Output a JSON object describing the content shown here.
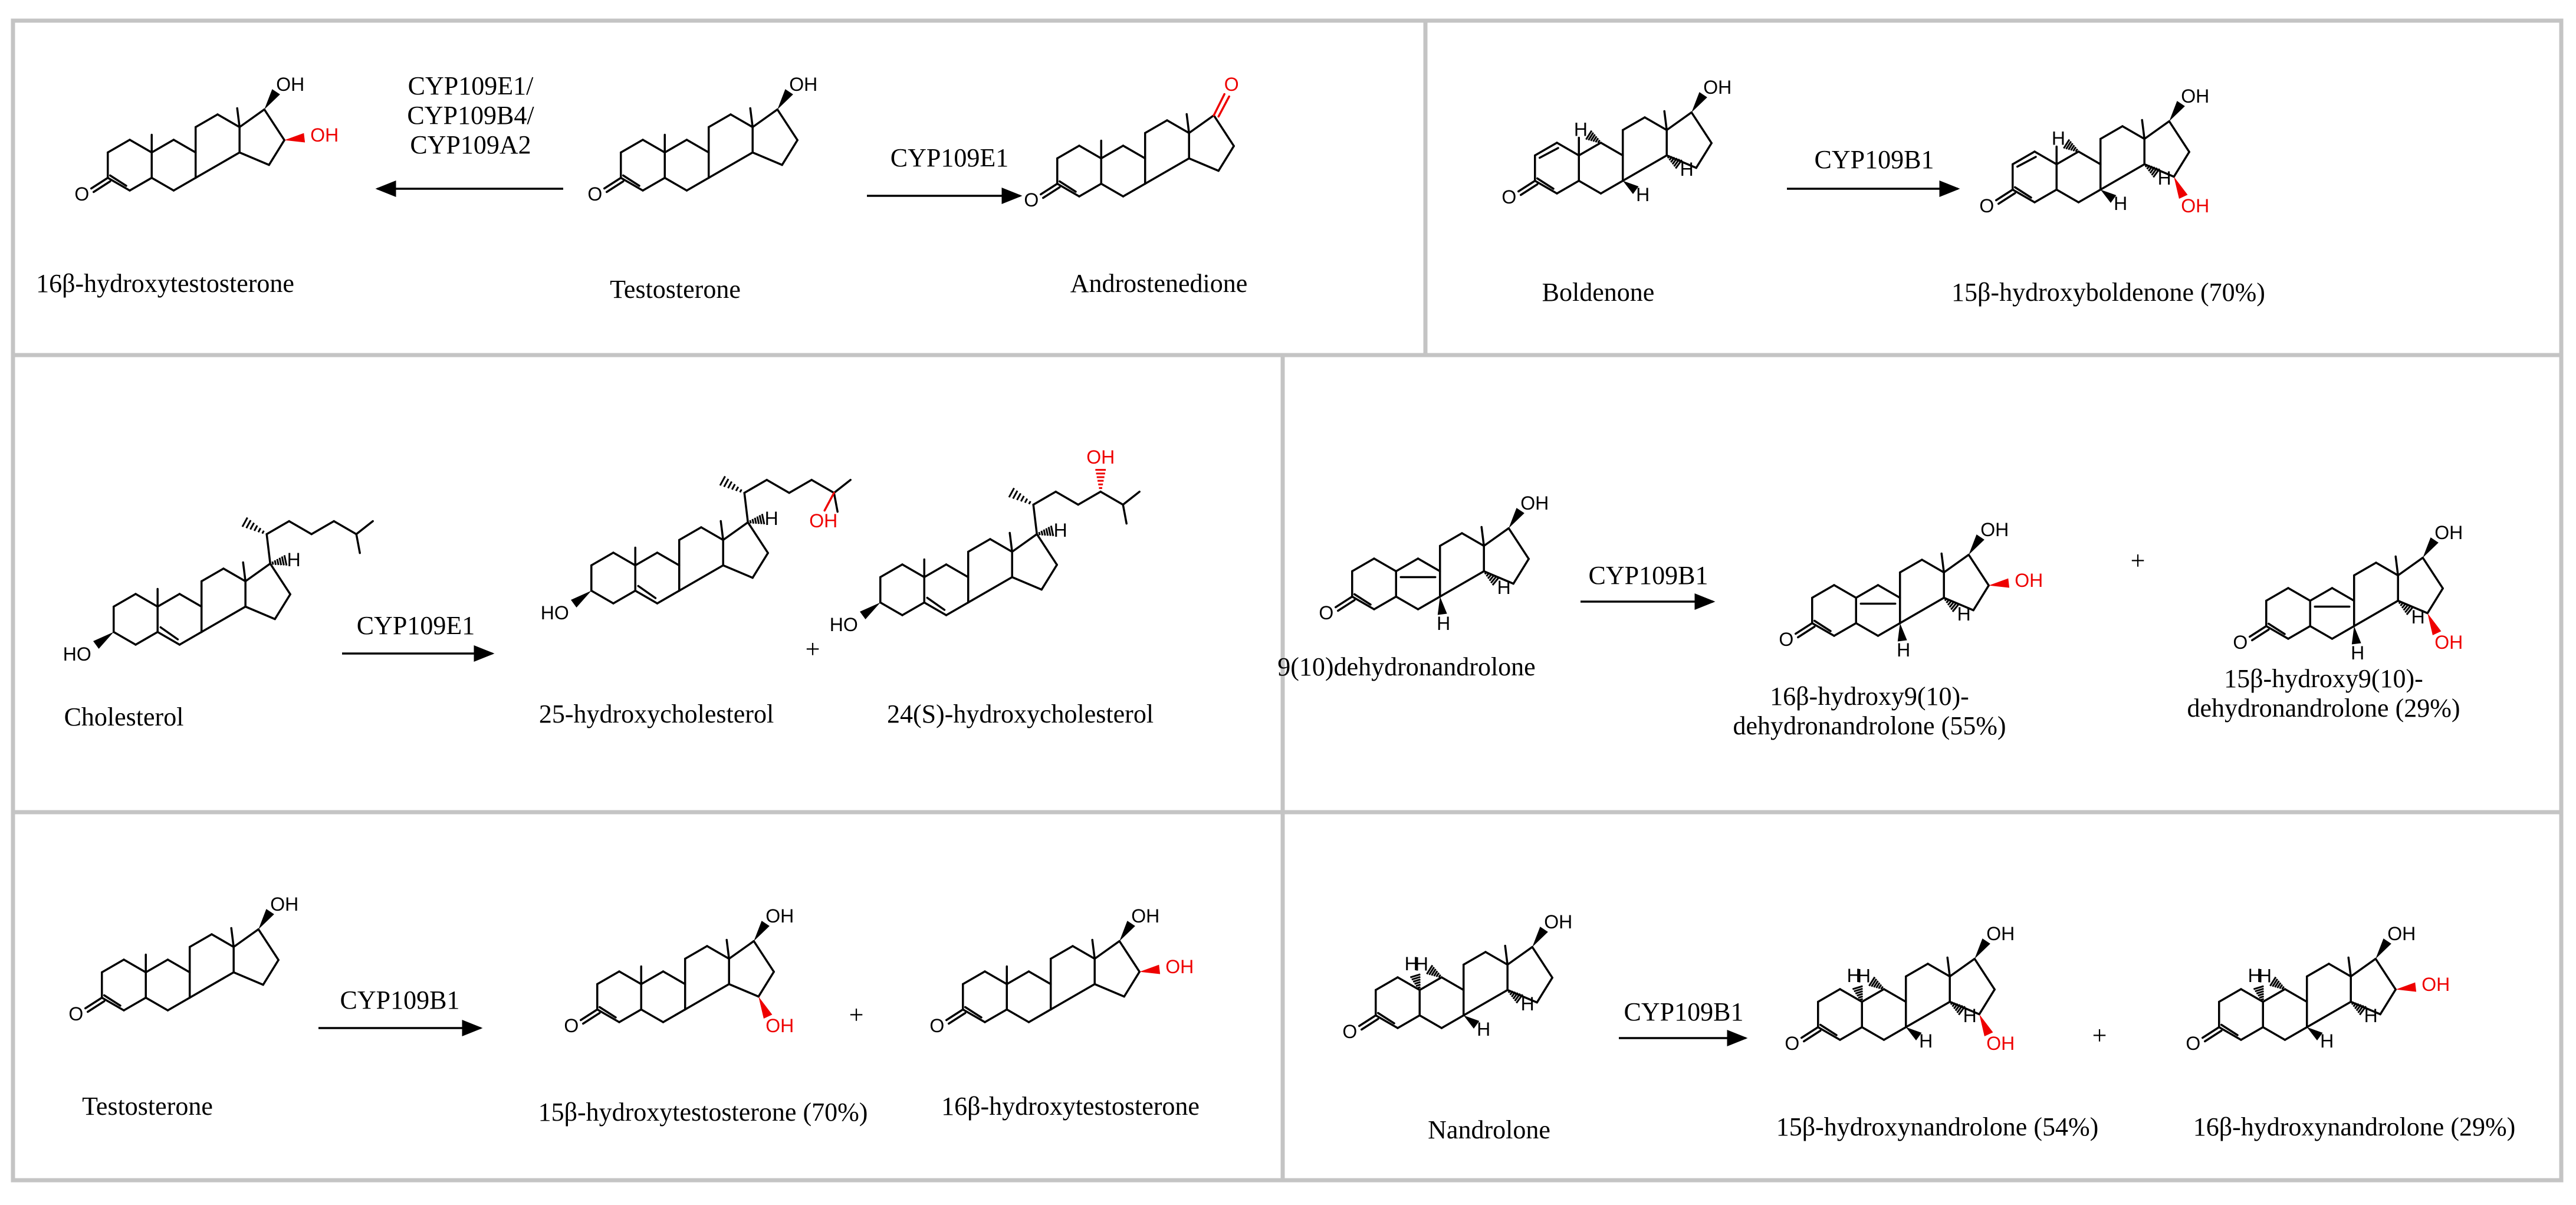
{
  "panels": [
    {
      "substrate": "Testosterone",
      "reactions": [
        {
          "enzyme": [
            "CYP109E1/",
            "CYP109B4/",
            "CYP109A2"
          ],
          "product": [
            "16β-hydroxytestosterone"
          ]
        },
        {
          "enzyme": [
            "CYP109E1"
          ],
          "product": [
            "Androstenedione"
          ]
        }
      ]
    },
    {
      "substrate": "Boldenone",
      "enzyme": "CYP109B1",
      "products": [
        [
          "15β-hydroxyboldenone (70%)"
        ]
      ]
    },
    {
      "substrate": "Cholesterol",
      "enzyme": "CYP109E1",
      "products": [
        [
          "25-hydroxycholesterol"
        ],
        [
          "24(S)-hydroxycholesterol"
        ]
      ],
      "plus": "+"
    },
    {
      "substrate": "9(10)dehydronandrolone",
      "enzyme": "CYP109B1",
      "products": [
        [
          "16β-hydroxy9(10)-",
          "dehydronandrolone (55%)"
        ],
        [
          "15β-hydroxy9(10)-",
          "dehydronandrolone (29%)"
        ]
      ],
      "plus": "+"
    },
    {
      "substrate": "Testosterone",
      "enzyme": "CYP109B1",
      "products": [
        [
          "15β-hydroxytestosterone (70%)"
        ],
        [
          "16β-hydroxytestosterone"
        ]
      ],
      "plus": "+"
    },
    {
      "substrate": "Nandrolone",
      "enzyme": "CYP109B1",
      "products": [
        [
          "15β-hydroxynandrolone (54%)"
        ],
        [
          "16β-hydroxynandrolone (29%)"
        ]
      ],
      "plus": "+"
    }
  ],
  "atoms": {
    "oh": "OH",
    "ho": "HO",
    "o": "O",
    "h": "H"
  },
  "colors": {
    "highlight": "#ee0000",
    "border": "#c4c4c4",
    "ink": "#000000"
  }
}
